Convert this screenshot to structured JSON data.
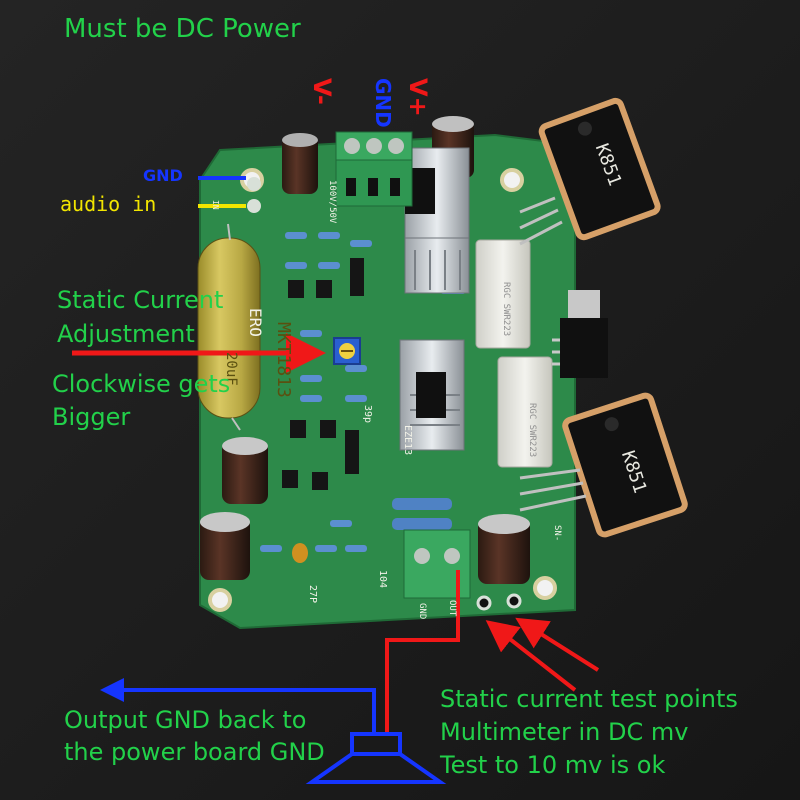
{
  "title": "Must be DC Power",
  "colors": {
    "label_green": "#22d14a",
    "gnd_blue": "#1535ff",
    "audio_yellow": "#f2e600",
    "arrow_red": "#f01818",
    "pcb_green": "#2d8a4a",
    "background": "#1c1c1c"
  },
  "power_input": {
    "v_minus": "V-",
    "gnd": "GND",
    "v_plus": "V+"
  },
  "input_labels": {
    "gnd": "GND",
    "audio_in": "audio in"
  },
  "static_current": {
    "line1": "Static Current",
    "line2": "Adjustment"
  },
  "clockwise": {
    "line1": "Clockwise gets",
    "line2": "Bigger"
  },
  "output_note": {
    "line1": "Output  GND back to",
    "line2": "the power board GND"
  },
  "test_note": {
    "line1": "Static current test points",
    "line2": "Multimeter in DC mv",
    "line3": "Test to 10 mv is ok"
  },
  "board_silkscreen": {
    "capacitor_brand": "ERO",
    "capacitor_model": "MKT1813",
    "capacitor_value": "20uF",
    "cap_voltage": "100V/50V",
    "transistor_1": "K851",
    "transistor_2": "K851",
    "resistor_1": "RGC SWR223",
    "resistor_2": "RGC SWR223",
    "cap_39p": "39p",
    "cap_27p": "27P",
    "cap_104": "104",
    "part_code": "EZE13",
    "out_label": "OUT",
    "gnd_label": "GND",
    "in_label": "IN",
    "sn_label": "SN-"
  },
  "icons": [
    "red-arrow-icon",
    "blue-arrow-icon",
    "speaker-icon"
  ]
}
